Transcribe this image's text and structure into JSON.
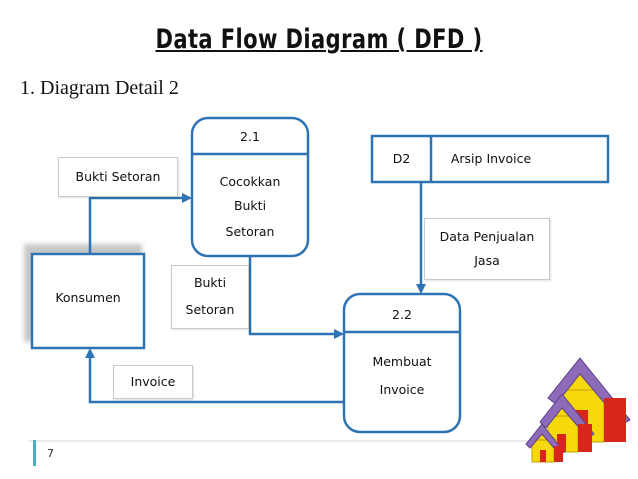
{
  "title": "Data Flow Diagram ( DFD )",
  "subtitle": "1. Diagram Detail 2",
  "process_1": {
    "number": "2.1",
    "name_line1": "Cocokkan",
    "name_line2": "Bukti",
    "name_line3": "Setoran"
  },
  "process_2": {
    "number": "2.2",
    "name_line1": "Membuat",
    "name_line2": "Invoice"
  },
  "entity": {
    "name": "Konsumen"
  },
  "data_store": {
    "id": "D2",
    "name": "Arsip Invoice"
  },
  "flows": {
    "bukti_setoran_in": "Bukti Setoran",
    "bukti_setoran_out_line1": "Bukti",
    "bukti_setoran_out_line2": "Setoran",
    "data_penjualan_line1": "Data Penjualan",
    "data_penjualan_line2": "Jasa",
    "invoice": "Invoice"
  },
  "page_number": "7",
  "colors": {
    "line": "#2e74b5",
    "accent_bar": "#4bacc6",
    "house_yellow": "#f5d90a",
    "house_red": "#d9261c",
    "roof_purple": "#8e6bb8"
  }
}
